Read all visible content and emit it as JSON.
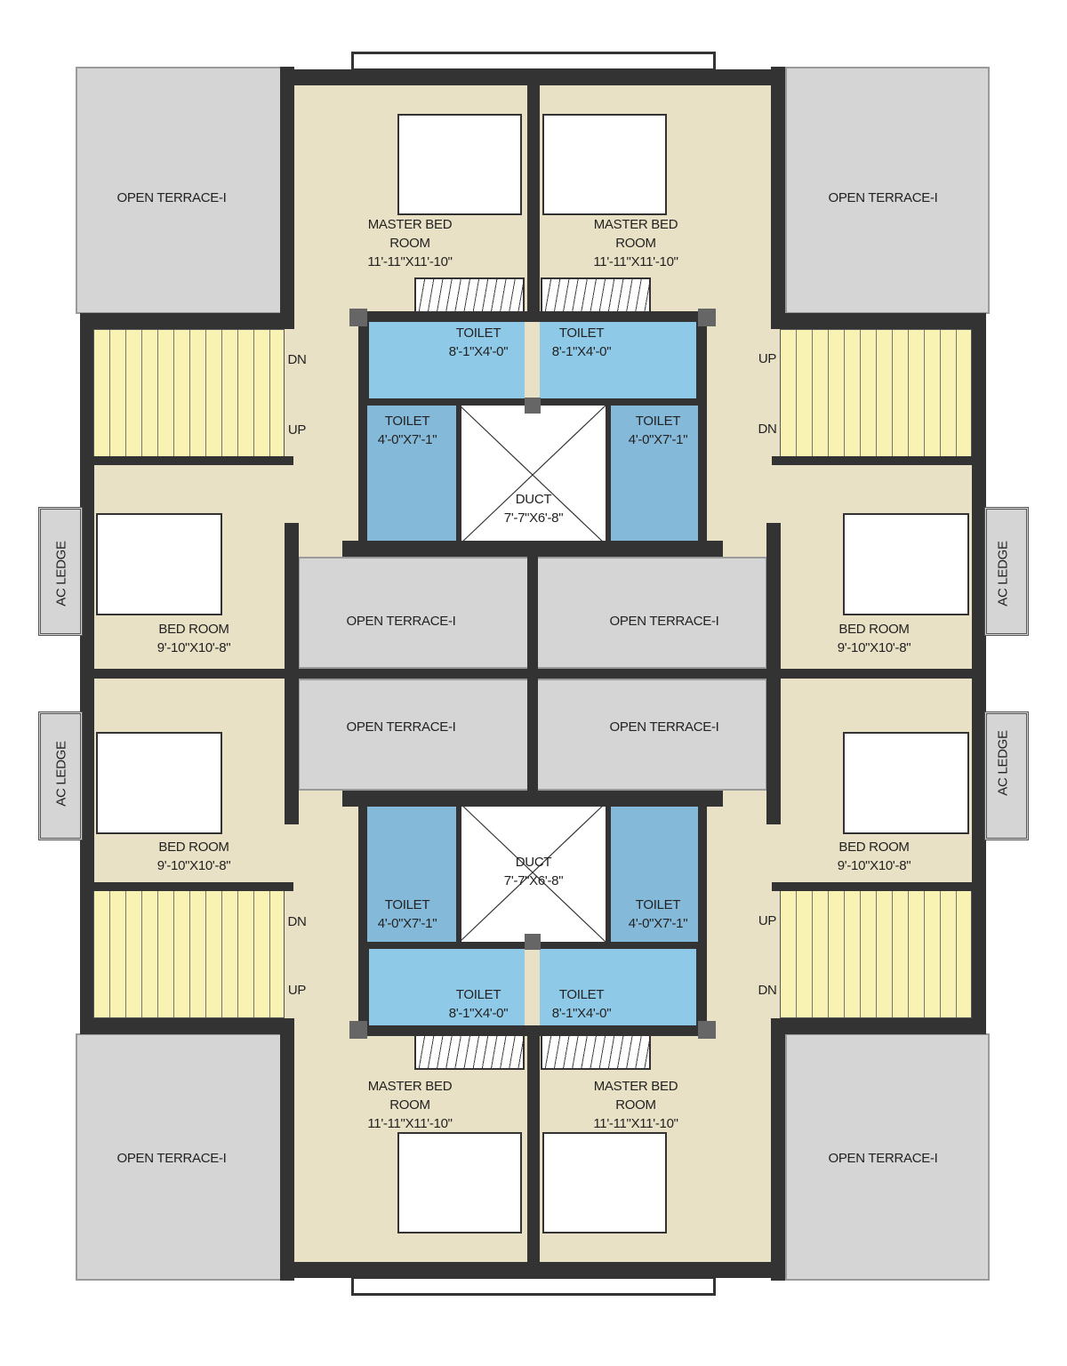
{
  "colors": {
    "room": "#e9e1c5",
    "terrace": "#d5d5d6",
    "toilet": "#8fc9e8",
    "stair": "#f8f3b2",
    "wall": "#333333"
  },
  "labels": [
    {
      "lines": [
        "OPEN TERRACE-I"
      ]
    },
    {
      "lines": [
        "OPEN TERRACE-I"
      ]
    },
    {
      "lines": [
        "MASTER BED",
        "ROOM",
        "11'-11\"X11'-10\""
      ]
    },
    {
      "lines": [
        "MASTER BED",
        "ROOM",
        "11'-11\"X11'-10\""
      ]
    },
    {
      "lines": [
        "TOILET",
        "8'-1\"X4'-0\""
      ]
    },
    {
      "lines": [
        "TOILET",
        "8'-1\"X4'-0\""
      ]
    },
    {
      "lines": [
        "TOILET",
        "4'-0\"X7'-1\""
      ]
    },
    {
      "lines": [
        "TOILET",
        "4'-0\"X7'-1\""
      ]
    },
    {
      "lines": [
        "DUCT",
        "7'-7\"X6'-8\""
      ]
    },
    {
      "lines": [
        "BED ROOM",
        "9'-10\"X10'-8\""
      ]
    },
    {
      "lines": [
        "BED ROOM",
        "9'-10\"X10'-8\""
      ]
    },
    {
      "lines": [
        "AC LEDGE"
      ]
    },
    {
      "lines": [
        "AC LEDGE"
      ]
    },
    {
      "lines": [
        "OPEN TERRACE-I"
      ]
    },
    {
      "lines": [
        "OPEN TERRACE-I"
      ]
    },
    {
      "lines": [
        "DN"
      ]
    },
    {
      "lines": [
        "UP"
      ]
    },
    {
      "lines": [
        "UP"
      ]
    },
    {
      "lines": [
        "DN"
      ]
    },
    {
      "lines": [
        "OPEN TERRACE-I"
      ]
    },
    {
      "lines": [
        "OPEN TERRACE-I"
      ]
    },
    {
      "lines": [
        "MASTER BED",
        "ROOM",
        "11'-11\"X11'-10\""
      ]
    },
    {
      "lines": [
        "MASTER BED",
        "ROOM",
        "11'-11\"X11'-10\""
      ]
    },
    {
      "lines": [
        "TOILET",
        "8'-1\"X4'-0\""
      ]
    },
    {
      "lines": [
        "TOILET",
        "8'-1\"X4'-0\""
      ]
    },
    {
      "lines": [
        "TOILET",
        "4'-0\"X7'-1\""
      ]
    },
    {
      "lines": [
        "TOILET",
        "4'-0\"X7'-1\""
      ]
    },
    {
      "lines": [
        "DUCT",
        "7'-7\"X6'-8\""
      ]
    },
    {
      "lines": [
        "BED ROOM",
        "9'-10\"X10'-8\""
      ]
    },
    {
      "lines": [
        "BED ROOM",
        "9'-10\"X10'-8\""
      ]
    },
    {
      "lines": [
        "AC LEDGE"
      ]
    },
    {
      "lines": [
        "AC LEDGE"
      ]
    },
    {
      "lines": [
        "OPEN TERRACE-I"
      ]
    },
    {
      "lines": [
        "OPEN TERRACE-I"
      ]
    },
    {
      "lines": [
        "DN"
      ]
    },
    {
      "lines": [
        "UP"
      ]
    },
    {
      "lines": [
        "UP"
      ]
    },
    {
      "lines": [
        "DN"
      ]
    }
  ]
}
